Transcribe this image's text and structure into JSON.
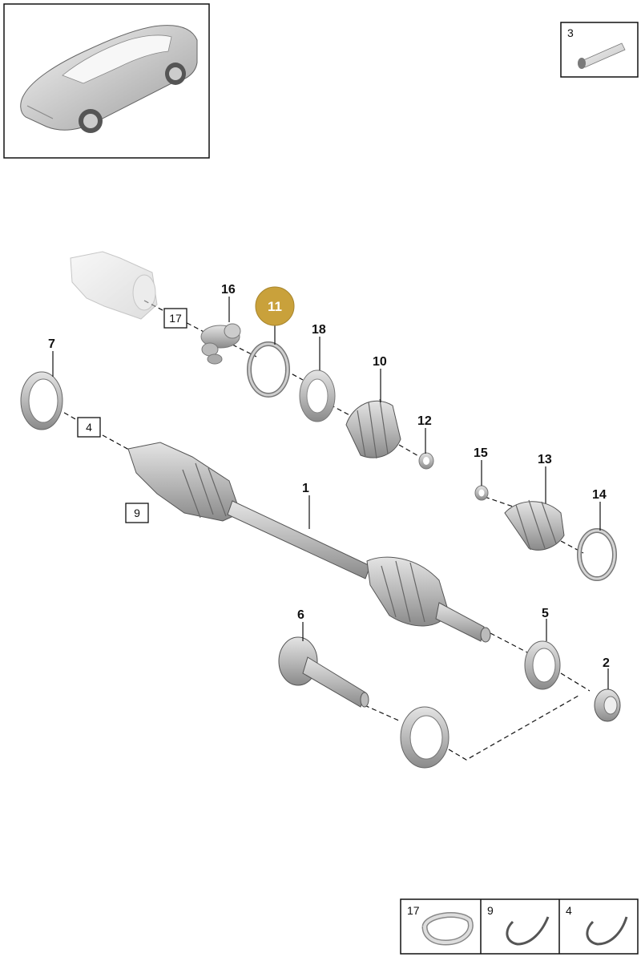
{
  "diagram": {
    "vehicle_thumbnail": "car-thumbnail",
    "inset_part": {
      "label": "3"
    },
    "callouts": [
      {
        "id": "c1",
        "label": "1"
      },
      {
        "id": "c2",
        "label": "2"
      },
      {
        "id": "c5",
        "label": "5"
      },
      {
        "id": "c6",
        "label": "6"
      },
      {
        "id": "c7",
        "label": "7"
      },
      {
        "id": "c10",
        "label": "10"
      },
      {
        "id": "c12",
        "label": "12"
      },
      {
        "id": "c13",
        "label": "13"
      },
      {
        "id": "c14",
        "label": "14"
      },
      {
        "id": "c15",
        "label": "15"
      },
      {
        "id": "c16",
        "label": "16"
      },
      {
        "id": "c18",
        "label": "18"
      }
    ],
    "highlight": {
      "label": "11",
      "color": "#c9a13b"
    },
    "boxed_callouts": [
      {
        "id": "b17",
        "label": "17"
      },
      {
        "id": "b4",
        "label": "4"
      },
      {
        "id": "b9",
        "label": "9"
      }
    ],
    "legend": [
      {
        "label": "17"
      },
      {
        "label": "9"
      },
      {
        "label": "4"
      }
    ],
    "colors": {
      "part_fill": "#c9c9c9",
      "part_dark": "#8f8f8f",
      "line": "#111111",
      "accent": "#c9a13b"
    }
  }
}
